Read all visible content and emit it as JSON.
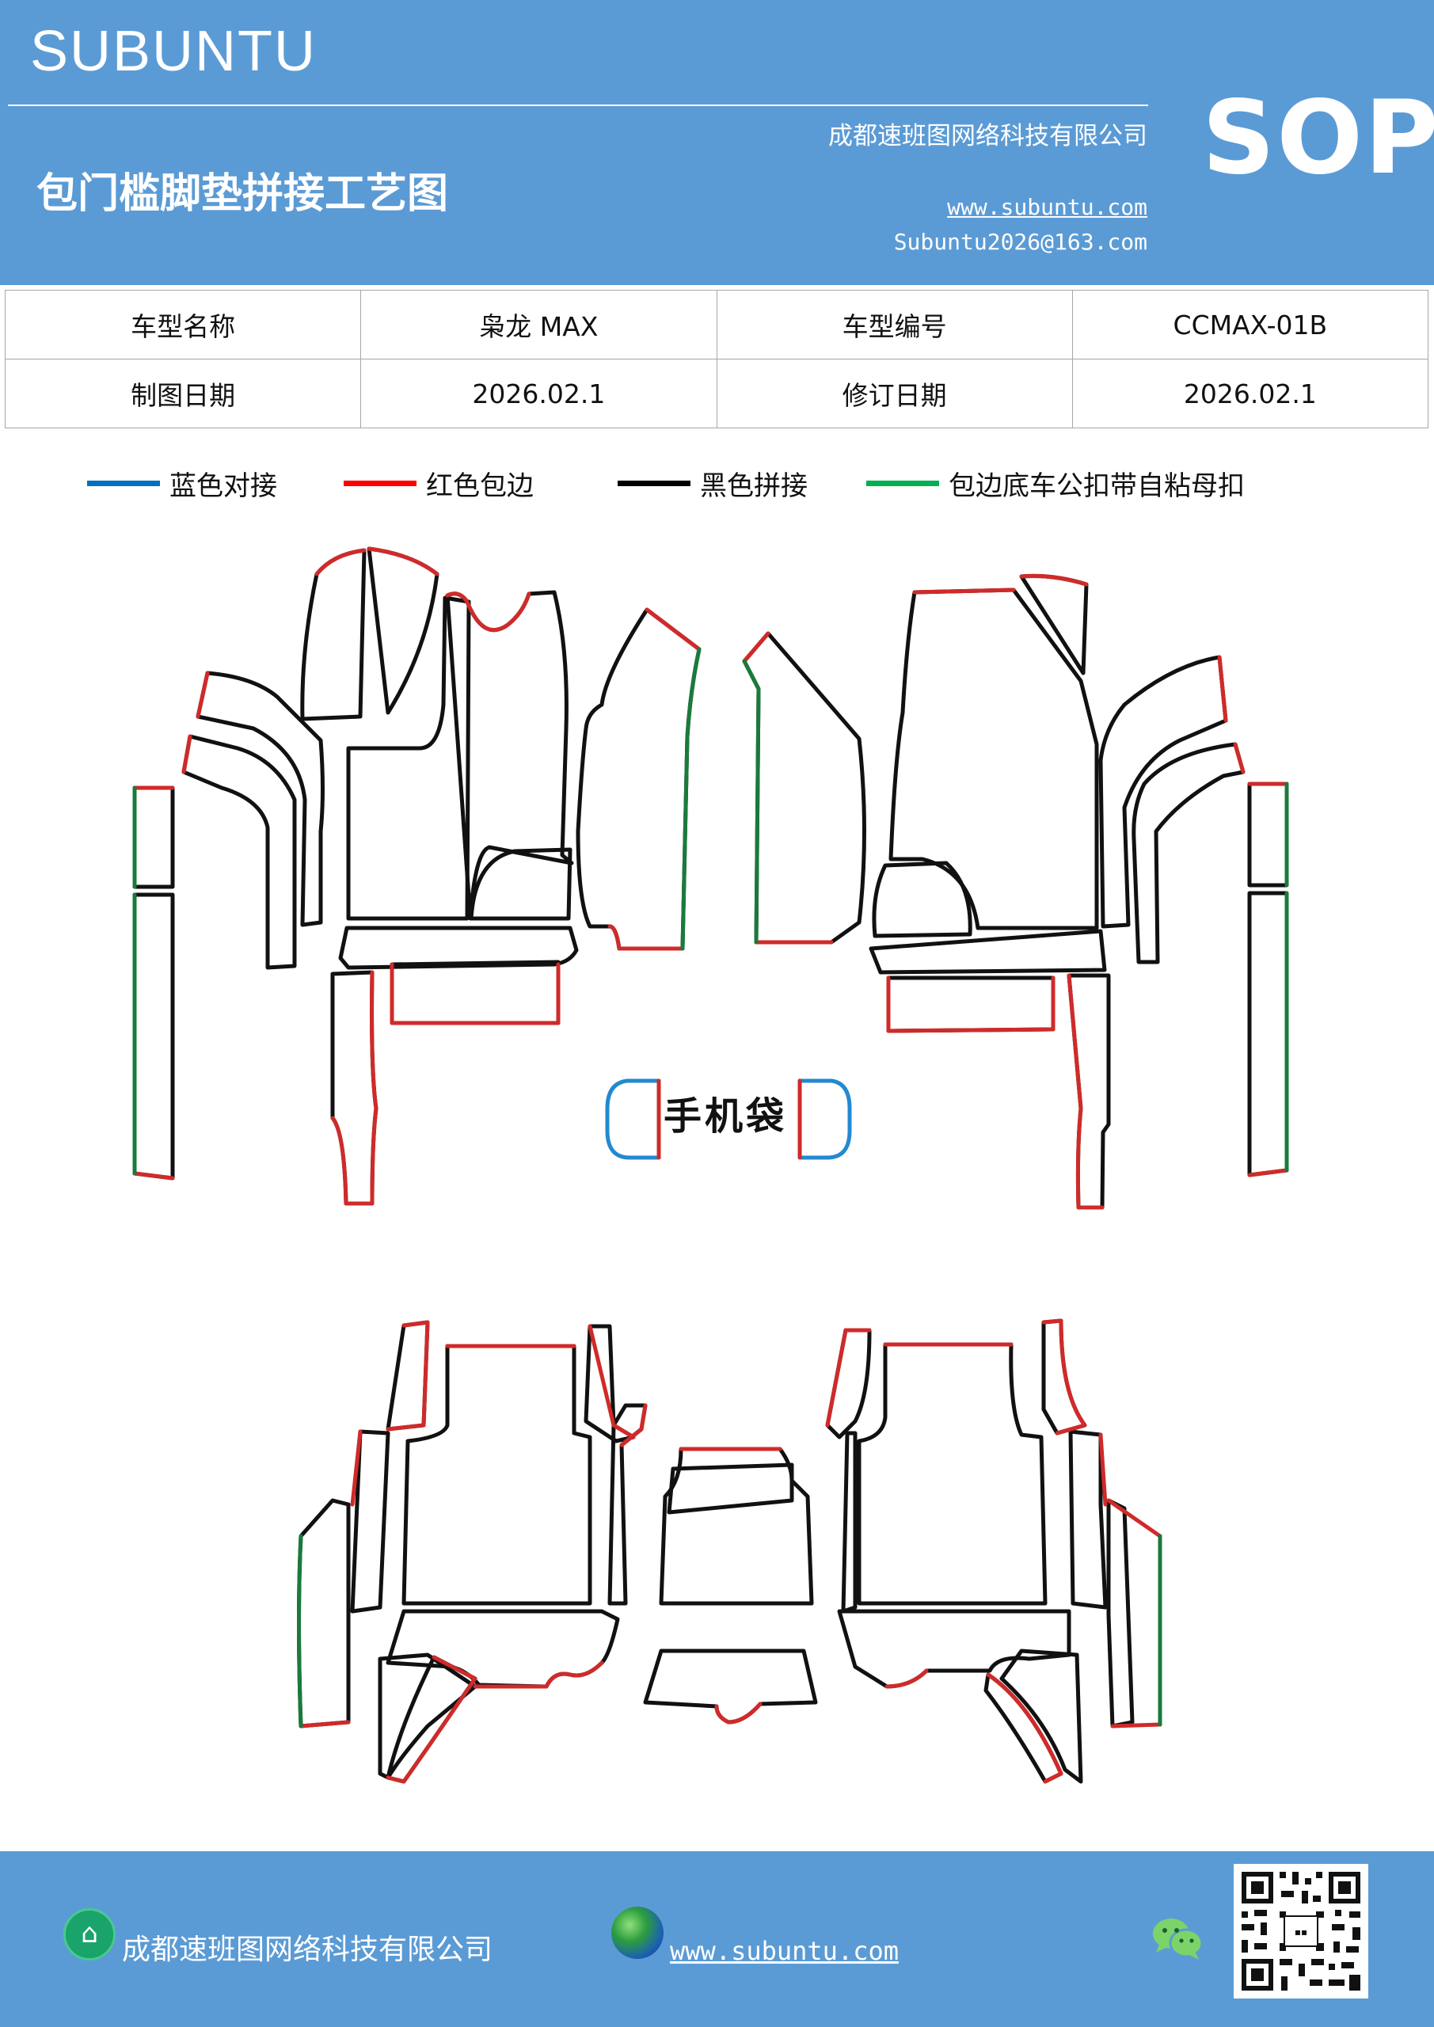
{
  "header": {
    "brand": "SUBUNTU",
    "company": "成都速班图网络科技有限公司",
    "title": "包门槛脚垫拼接工艺图",
    "website": "www.subuntu.com",
    "email": "Subuntu2026@163.com",
    "badge": "SOP"
  },
  "info_table": {
    "rows": [
      [
        "车型名称",
        "枭龙 MAX",
        "车型编号",
        "CCMAX-01B"
      ],
      [
        "制图日期",
        "2026.02.1",
        "修订日期",
        "2026.02.1"
      ]
    ]
  },
  "legend": [
    {
      "label": "蓝色对接",
      "color": "#0070c0"
    },
    {
      "label": "红色包边",
      "color": "#ff0000"
    },
    {
      "label": "黑色拼接",
      "color": "#000000"
    },
    {
      "label": "包边底车公扣带自粘母扣",
      "color": "#00b050"
    }
  ],
  "pocket_label": "手机袋",
  "line_colors": {
    "black": "#111111",
    "red": "#d02a2a",
    "green": "#1a7a3c",
    "blue": "#2389d0"
  },
  "footer": {
    "company": "成都速班图网络科技有限公司",
    "website": "www.subuntu.com",
    "icons": [
      "company-icon",
      "globe-icon",
      "wechat-icon",
      "qr-code"
    ]
  }
}
